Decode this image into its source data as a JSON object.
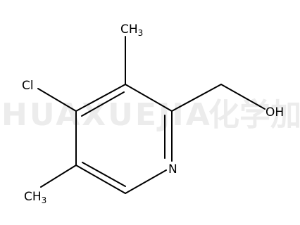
{
  "watermark": {
    "latin": "HUAXUEJIA",
    "cjk": "化学加"
  },
  "atoms": {
    "ch3_top": {
      "main": "CH",
      "sub": "3"
    },
    "ch3_bottom": {
      "main": "CH",
      "sub": "3"
    },
    "cl": "Cl",
    "n": "N",
    "oh": "OH"
  },
  "colors": {
    "bond": "#000000",
    "watermark": "#ececec",
    "background": "#ffffff"
  }
}
